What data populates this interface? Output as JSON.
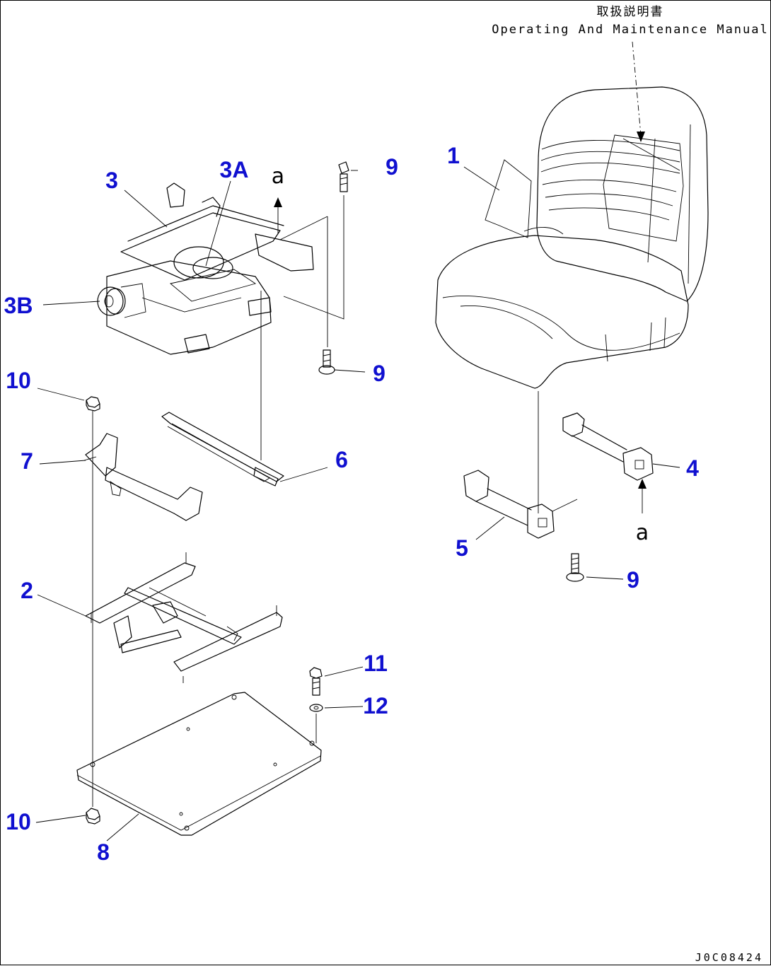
{
  "manual_label_jp": "取扱説明書",
  "manual_label_en": "Operating And Maintenance Manual",
  "reference_mark": "a",
  "drawing_code": "J0C08424",
  "callouts": {
    "c1": "1",
    "c2": "2",
    "c3": "3",
    "c3a": "3A",
    "c3b": "3B",
    "c4": "4",
    "c5": "5",
    "c6": "6",
    "c7": "7",
    "c8": "8",
    "c9a": "9",
    "c9b": "9",
    "c9c": "9",
    "c10a": "10",
    "c10b": "10",
    "c11": "11",
    "c12": "12"
  },
  "colors": {
    "callout": "#1010d0",
    "line": "#000000"
  }
}
